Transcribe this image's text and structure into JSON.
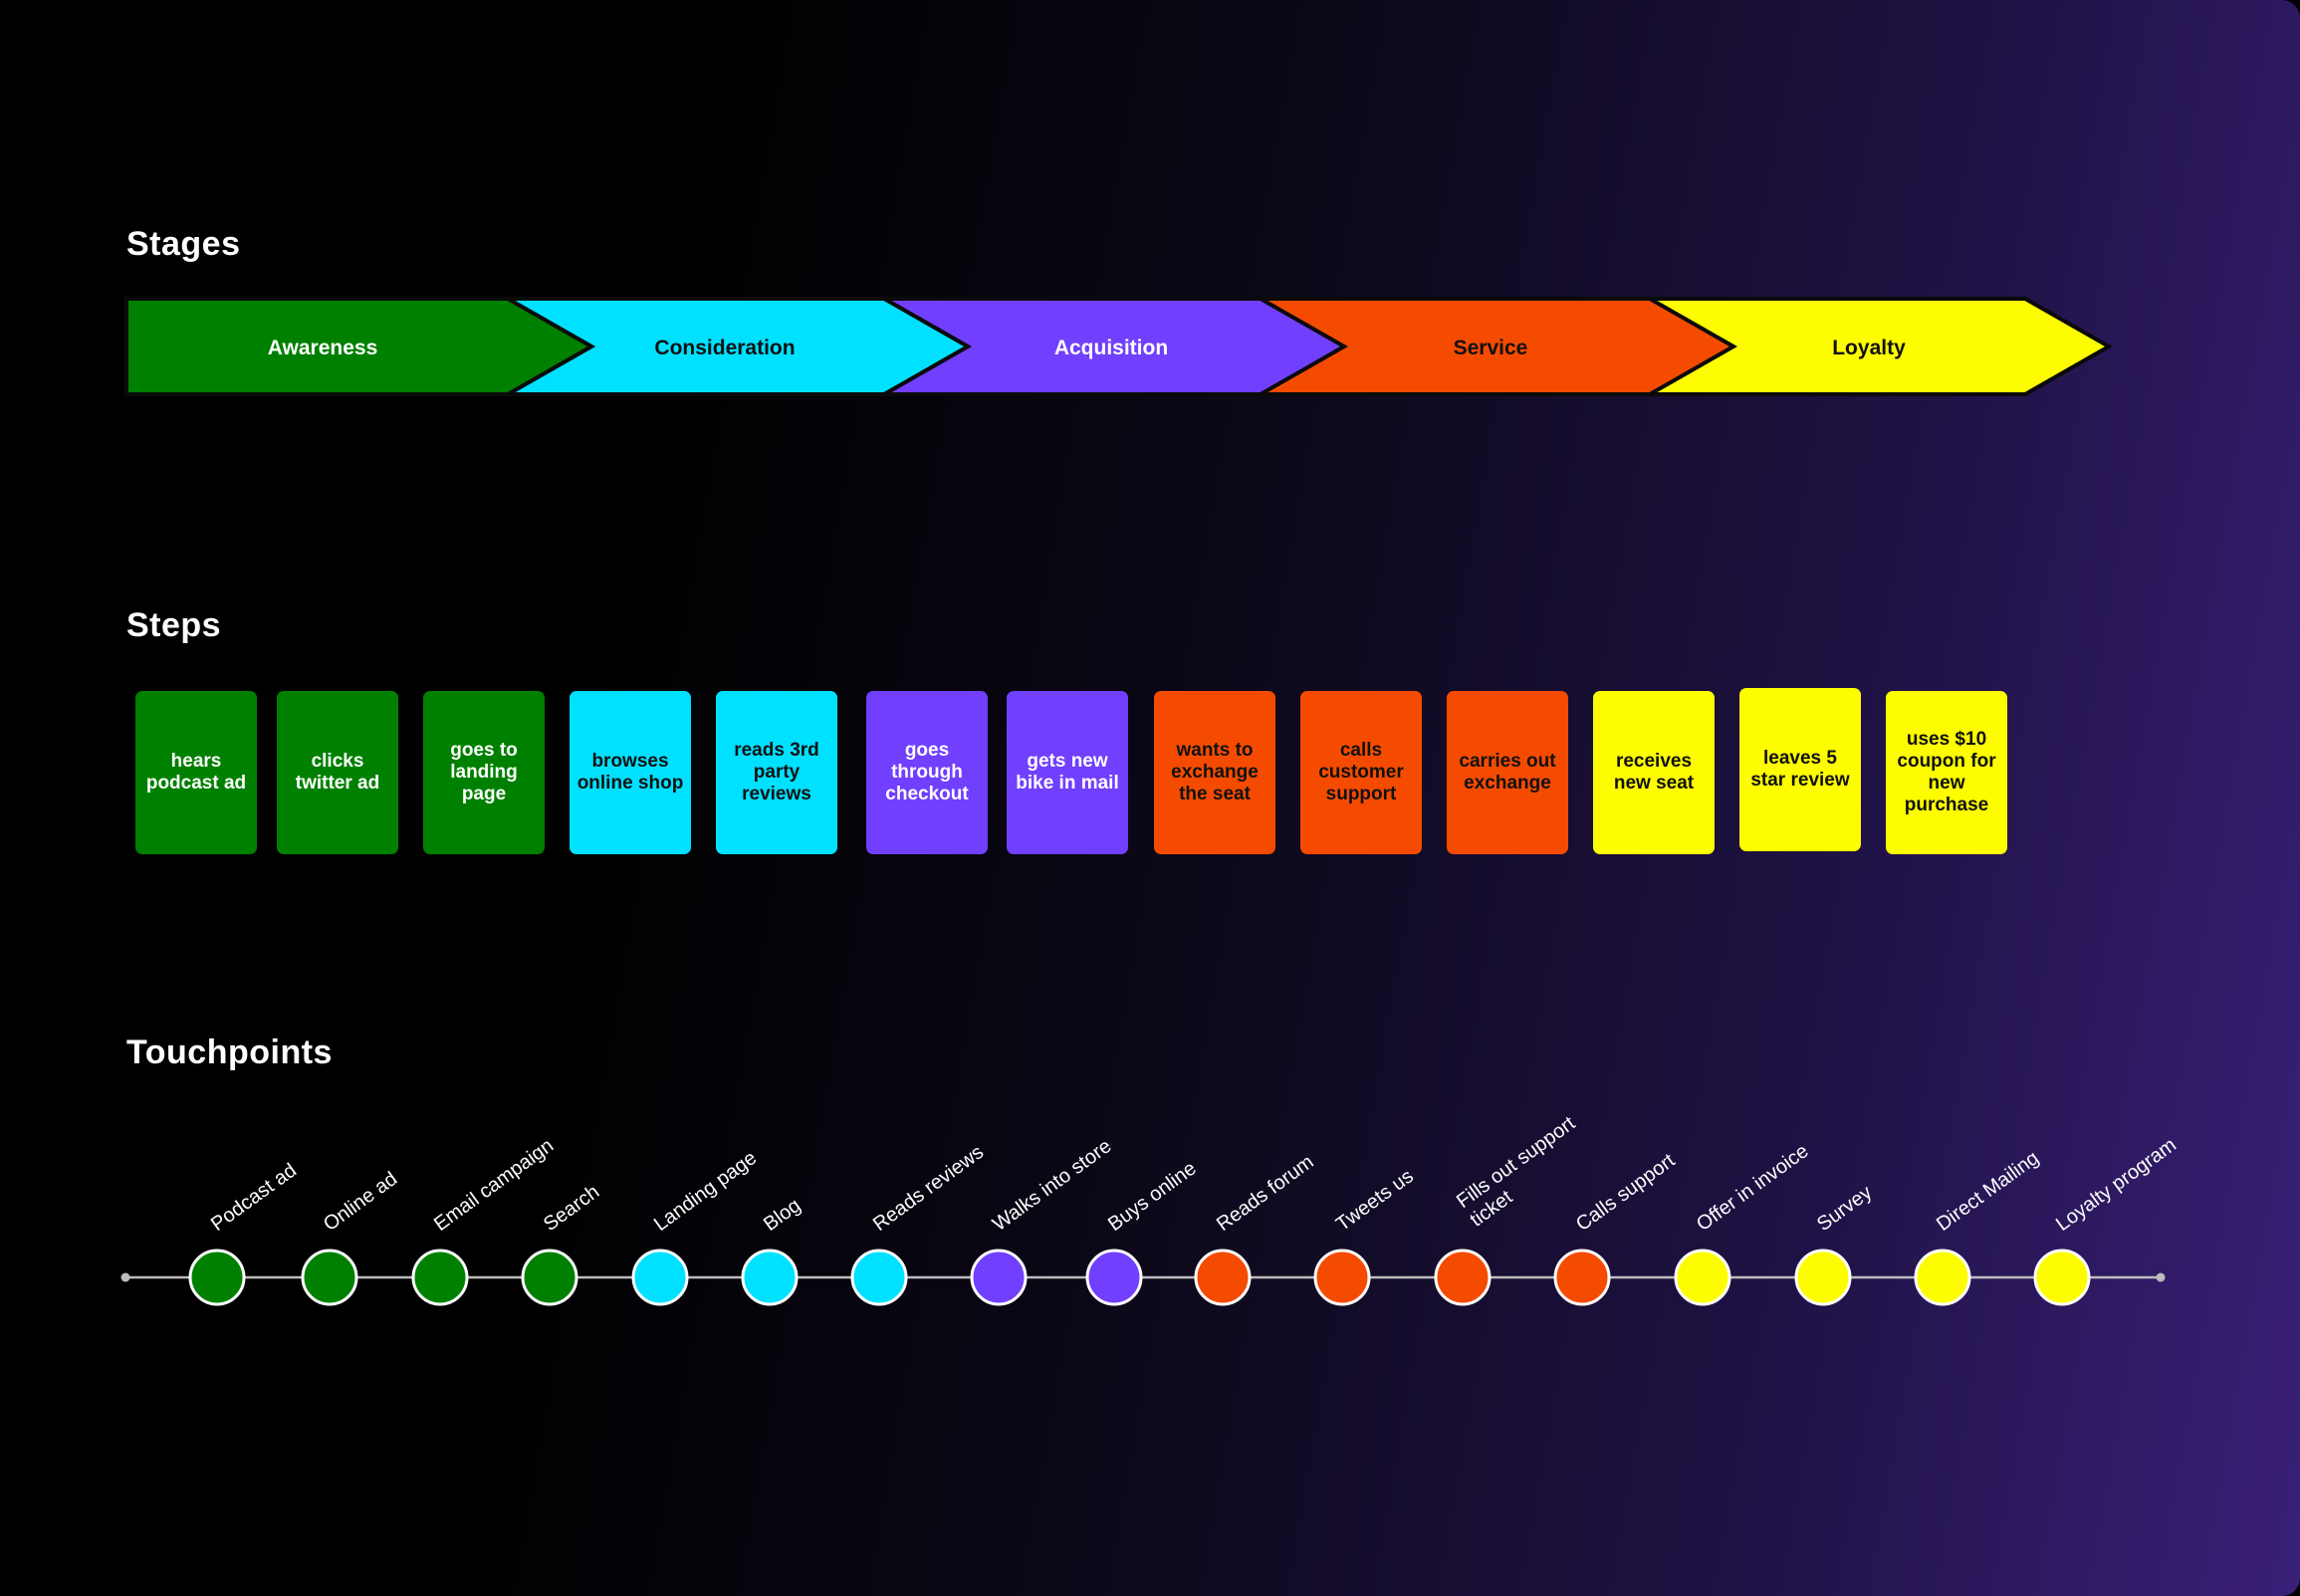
{
  "sections": {
    "stages": "Stages",
    "steps": "Steps",
    "touchpoints": "Touchpoints"
  },
  "colors": {
    "awareness": "#008000",
    "consideration": "#00e1ff",
    "acquisition": "#713ffe",
    "service": "#f54b00",
    "loyalty": "#fdfc00"
  },
  "stages": [
    {
      "label": "Awareness",
      "color": "#008000",
      "text_color": "#ffffff"
    },
    {
      "label": "Consideration",
      "color": "#00e1ff",
      "text_color": "#111111"
    },
    {
      "label": "Acquisition",
      "color": "#713ffe",
      "text_color": "#ffffff"
    },
    {
      "label": "Service",
      "color": "#f54b00",
      "text_color": "#111111"
    },
    {
      "label": "Loyalty",
      "color": "#fdfc00",
      "text_color": "#111111"
    }
  ],
  "steps": [
    {
      "label": "hears podcast ad",
      "stage": 0
    },
    {
      "label": "clicks twitter ad",
      "stage": 0
    },
    {
      "label": "goes to landing page",
      "stage": 0
    },
    {
      "label": "browses online shop",
      "stage": 1
    },
    {
      "label": "reads 3rd party reviews",
      "stage": 1
    },
    {
      "label": "goes through checkout",
      "stage": 2
    },
    {
      "label": "gets new bike in mail",
      "stage": 2
    },
    {
      "label": "wants to exchange the seat",
      "stage": 3
    },
    {
      "label": "calls customer support",
      "stage": 3
    },
    {
      "label": "carries out exchange",
      "stage": 3
    },
    {
      "label": "receives new seat",
      "stage": 4
    },
    {
      "label": "leaves 5 star review",
      "stage": 4
    },
    {
      "label": "uses $10 coupon for new purchase",
      "stage": 4
    }
  ],
  "touchpoints": [
    {
      "label": "Podcast ad",
      "stage": 0
    },
    {
      "label": "Online ad",
      "stage": 0
    },
    {
      "label": "Email campaign",
      "stage": 0
    },
    {
      "label": "Search",
      "stage": 0
    },
    {
      "label": "Landing page",
      "stage": 1
    },
    {
      "label": "Blog",
      "stage": 1
    },
    {
      "label": "Reads reviews",
      "stage": 1
    },
    {
      "label": "Walks into store",
      "stage": 2
    },
    {
      "label": "Buys online",
      "stage": 2
    },
    {
      "label": "Reads forum",
      "stage": 3
    },
    {
      "label": "Tweets us",
      "stage": 3
    },
    {
      "label": "Fills out support ticket",
      "stage": 3
    },
    {
      "label": "Calls support",
      "stage": 3
    },
    {
      "label": "Offer in invoice",
      "stage": 4
    },
    {
      "label": "Survey",
      "stage": 4
    },
    {
      "label": "Direct Mailing",
      "stage": 4
    },
    {
      "label": "Loyalty program",
      "stage": 4
    }
  ]
}
